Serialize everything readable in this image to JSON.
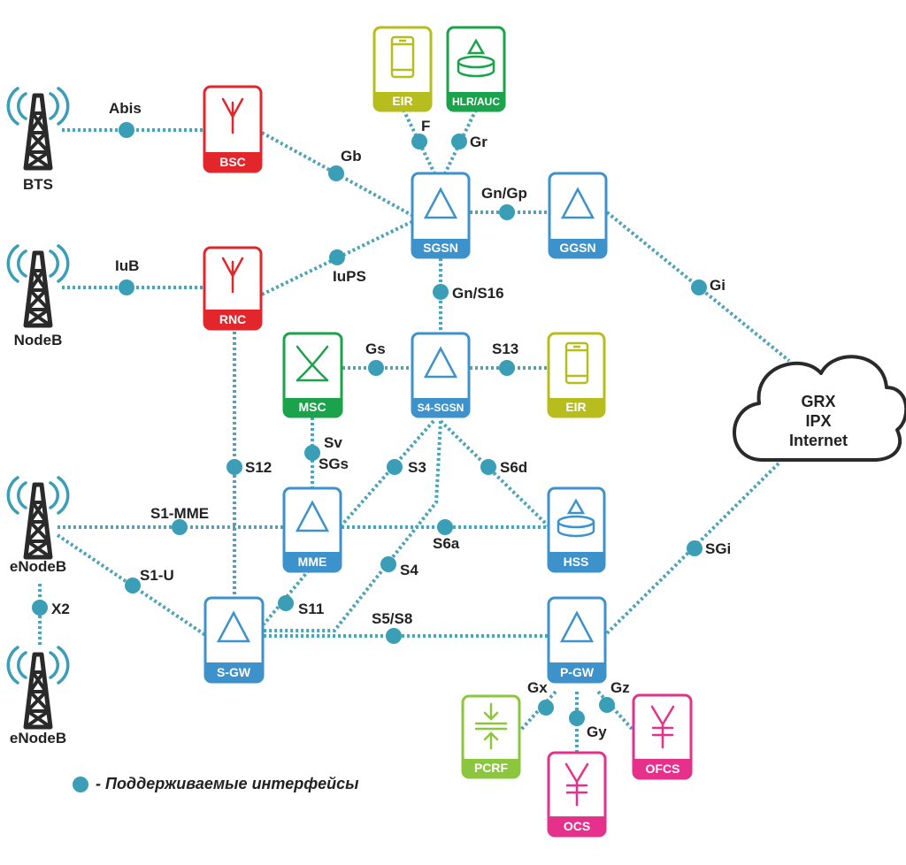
{
  "colors": {
    "link": "#4fa3b8",
    "dot": "#3a9fb6",
    "blue": "#3d92cc",
    "red": "#e3262c",
    "green": "#1aa34a",
    "olive": "#b6bd1c",
    "lime": "#8cc63f",
    "magenta": "#e5318b"
  },
  "nodes": {
    "bsc": "BSC",
    "rnc": "RNC",
    "eir_top": "EIR",
    "hlr": "HLR/AUC",
    "sgsn": "SGSN",
    "ggsn": "GGSN",
    "msc": "MSC",
    "s4sgsn": "S4-SGSN",
    "eir_mid": "EIR",
    "mme": "MME",
    "hss": "HSS",
    "sgw": "S-GW",
    "pgw": "P-GW",
    "pcrf": "PCRF",
    "ocs": "OCS",
    "ofcs": "OFCS"
  },
  "sites": {
    "bts": "BTS",
    "nodeb": "NodeB",
    "enodeb1": "eNodeB",
    "enodeb2": "eNodeB"
  },
  "cloud": {
    "line1": "GRX",
    "line2": "IPX",
    "line3": "Internet"
  },
  "interfaces": {
    "abis": "Abis",
    "iub": "IuB",
    "gb": "Gb",
    "iups": "IuPS",
    "f": "F",
    "gr": "Gr",
    "gngp": "Gn/Gp",
    "gns16": "Gn/S16",
    "gi": "Gi",
    "gs": "Gs",
    "s13": "S13",
    "svsgs_1": "Sv",
    "svsgs_2": "SGs",
    "s12": "S12",
    "s3": "S3",
    "s6d": "S6d",
    "s1mme": "S1-MME",
    "s6a": "S6a",
    "s1u": "S1-U",
    "s4": "S4",
    "s11": "S11",
    "s5s8": "S5/S8",
    "x2": "X2",
    "sgi": "SGi",
    "gx": "Gx",
    "gy": "Gy",
    "gz": "Gz"
  },
  "legend": {
    "icon": "dot-icon",
    "text": "- Поддерживаемые интерфейсы"
  }
}
